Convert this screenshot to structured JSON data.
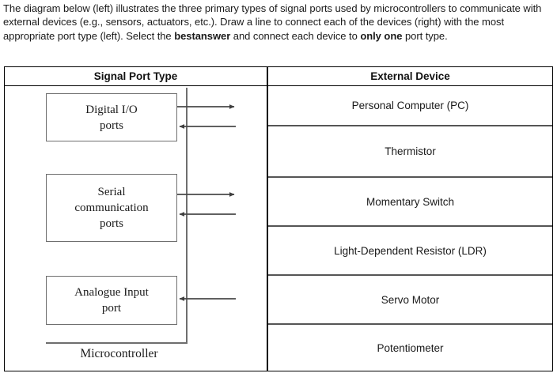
{
  "intro": {
    "line1": "The diagram below (left) illustrates the three primary types of signal ports used by",
    "line2": "microcontrollers to communicate with external devices (e.g., sensors, actuators, etc.). Draw a line",
    "line3_a": "to connect each of the devices (right) with the most appropriate port type (left). Select the ",
    "line3_b": "best",
    "line4_a": "answer",
    "line4_b": " and connect each device to ",
    "line4_c": "only one",
    "line4_d": " port type."
  },
  "table": {
    "headers": {
      "left": "Signal Port Type",
      "right": "External Device"
    },
    "devices": [
      "Personal Computer (PC)",
      "Thermistor",
      "Momentary Switch",
      "Light-Dependent Resistor (LDR)",
      "Servo Motor",
      "Potentiometer"
    ]
  },
  "diagram": {
    "mcu_label": "Microcontroller",
    "ports": [
      {
        "line1": "Digital I/O",
        "line2": "ports",
        "line3": ""
      },
      {
        "line1": "Serial",
        "line2": "communication",
        "line3": "ports"
      },
      {
        "line1": "Analogue Input",
        "line2": "port",
        "line3": ""
      }
    ]
  },
  "colors": {
    "border": "#000000",
    "box_border": "#6e6e6e",
    "row_divider": "#555555",
    "arrow": "#4a4a4a",
    "text": "#1a1a1a"
  }
}
